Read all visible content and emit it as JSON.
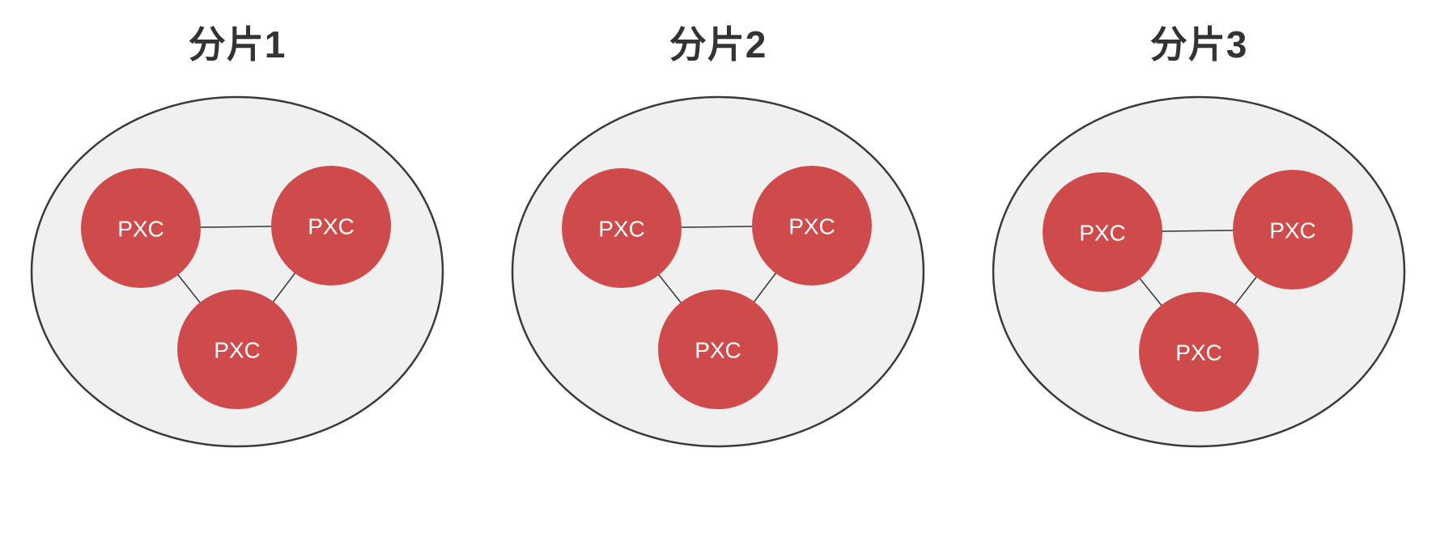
{
  "diagram": {
    "type": "cluster-diagram",
    "description_visible_text_only": true,
    "colors": {
      "node_fill": "#cf4b4b",
      "node_text": "#ffffff",
      "group_fill": "#f0f0f0",
      "group_border": "#3a3a3a",
      "link_line": "#333333",
      "title_text": "#333333",
      "background": "#ffffff"
    },
    "shards": [
      {
        "title": "分片1",
        "nodes": [
          {
            "label": "PXC"
          },
          {
            "label": "PXC"
          },
          {
            "label": "PXC"
          }
        ]
      },
      {
        "title": "分片2",
        "nodes": [
          {
            "label": "PXC"
          },
          {
            "label": "PXC"
          },
          {
            "label": "PXC"
          }
        ]
      },
      {
        "title": "分片3",
        "nodes": [
          {
            "label": "PXC"
          },
          {
            "label": "PXC"
          },
          {
            "label": "PXC"
          }
        ]
      }
    ]
  }
}
